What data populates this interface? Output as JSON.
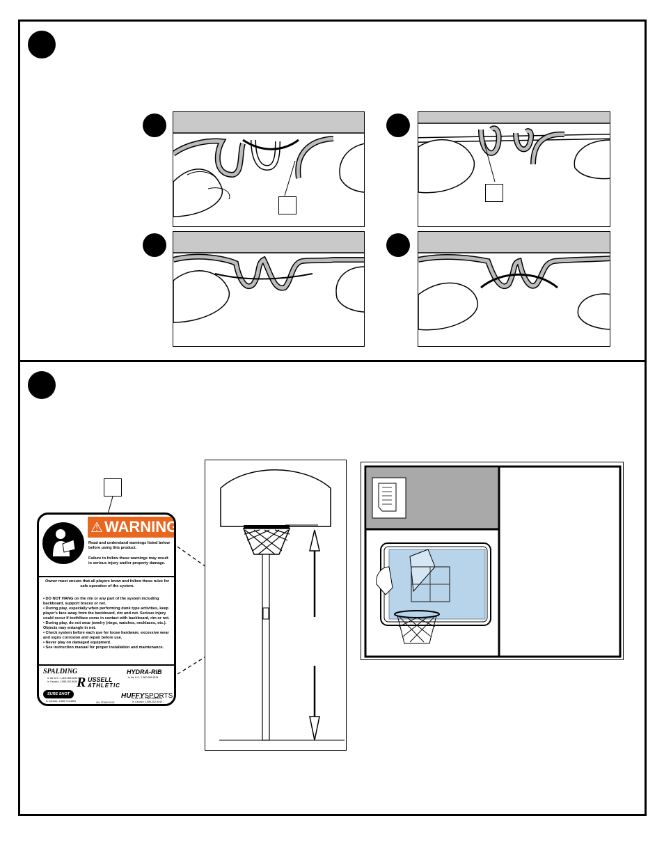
{
  "warning_label": {
    "title": "WARNING",
    "intro": "Read and understand warnings listed below before using this product.",
    "failure": "Failure to follow these warnings may result in serious injury and/or property damage.",
    "owner_rule": "Owner must ensure that all players know and follow these rules for safe operation of the system.",
    "rules": [
      "• DO NOT HANG on the rim or any part of the system including backboard, support braces or net.",
      "• During play, especially when performing dunk type activities, keep player's face away from the backboard, rim and net. Serious injury could occur if teeth/face come in contact with backboard, rim or net.",
      "• During play, do not wear jewelry (rings, watches, necklaces, etc.). Objects may entangle in net.",
      "• Check system before each use for loose hardware, excessive wear and signs corrosion and repair before use.",
      "• Never play on damaged equipment.",
      "• See instruction manual for proper installation and maintenance."
    ],
    "brands": {
      "spalding": "SPALDING",
      "hydra_rib": "HYDRA-RIB",
      "russell_r": "R",
      "russell_top": "USSELL",
      "russell_bottom": "ATHLETIC",
      "sure_shot": "SURE SHOT",
      "huffy_bold": "HUFFY",
      "huffy_rest": "SPORTS"
    },
    "contacts": {
      "spalding": "In the U.S.: 1-800-558-5234\nIn Canada: 1-888-262-8045",
      "hydra_rib": "In the U.S.: 1-800-558-5234",
      "sure_shot": "In Canada: 1-888-713-6884",
      "huffy": "In the U.S.: 1-800-558-5234\nIn Canada: 1-888-262-8045"
    },
    "part_number": "ID#: 3T9650    05/03"
  }
}
